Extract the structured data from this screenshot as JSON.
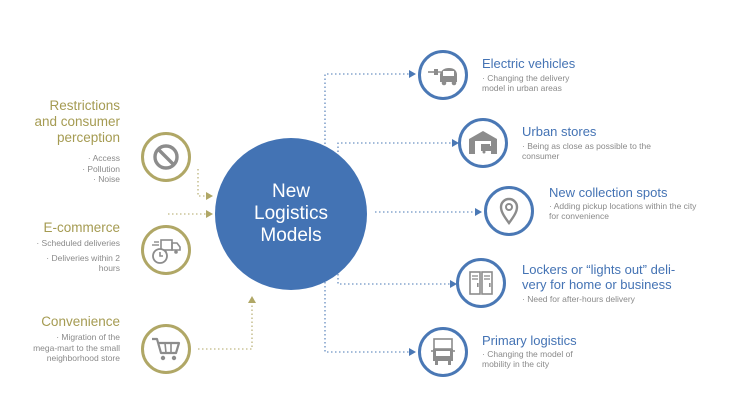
{
  "hub": {
    "lines": [
      "New",
      "Logistics",
      "Models"
    ]
  },
  "drivers": [
    {
      "title": [
        "Restrictions",
        "and consumer",
        "perception"
      ],
      "notes": [
        "Access",
        "Pollution",
        "Noise"
      ],
      "icon": "prohibited-icon"
    },
    {
      "title": [
        "E-commerce"
      ],
      "notes": [
        "Scheduled deliveries",
        "Deliveries within 2 hours"
      ],
      "icon": "scheduled-delivery-icon"
    },
    {
      "title": [
        "Convenience"
      ],
      "notes": [
        "Migration of the mega-mart to the small neighborhood store"
      ],
      "icon": "shopping-cart-icon"
    }
  ],
  "models": [
    {
      "title": [
        "Electric vehicles"
      ],
      "note": [
        "Changing the delivery",
        "model in urban areas"
      ],
      "icon": "electric-vehicle-icon"
    },
    {
      "title": [
        "Urban stores"
      ],
      "note": [
        "Being as close as possible to the",
        "consumer"
      ],
      "icon": "urban-store-icon"
    },
    {
      "title": [
        "New collection spots"
      ],
      "note": [
        "Adding pickup locations within the city",
        "for convenience"
      ],
      "icon": "location-pin-icon"
    },
    {
      "title": [
        "Lockers or “lights out” deli-",
        "very for home or business"
      ],
      "note": [
        "Need for after-hours delivery"
      ],
      "icon": "lockers-icon"
    },
    {
      "title": [
        "Primary logistics"
      ],
      "note": [
        "Changing the model of",
        "mobility in the city"
      ],
      "icon": "truck-icon"
    }
  ],
  "colors": {
    "gold": "#b0a766",
    "gold_text": "#a59b52",
    "blue": "#4373b4",
    "note_gray": "#8a8a8a"
  }
}
